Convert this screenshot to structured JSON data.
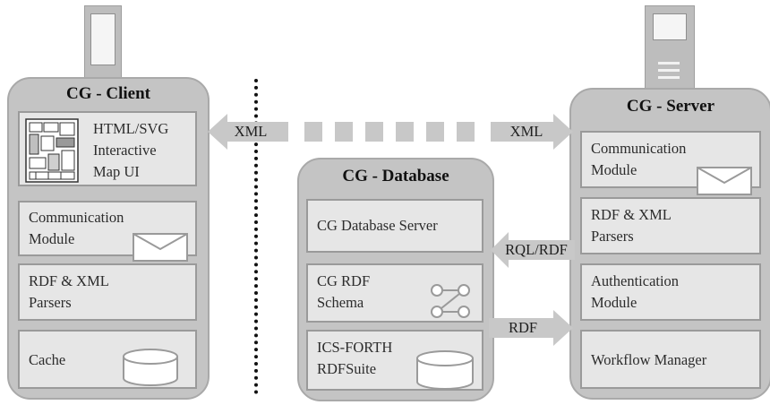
{
  "client": {
    "title": "CG - Client",
    "modules": [
      "HTML/SVG\nInteractive\nMap UI",
      "Communication\nModule",
      "RDF & XML\nParsers",
      "Cache"
    ]
  },
  "database": {
    "title": "CG - Database",
    "modules": [
      "CG Database Server",
      "CG RDF\nSchema",
      "ICS-FORTH\nRDFSuite"
    ]
  },
  "server": {
    "title": "CG - Server",
    "modules": [
      "Communication\nModule",
      "RDF & XML\nParsers",
      "Authentication\nModule",
      "Workflow Manager"
    ]
  },
  "connectors": {
    "xml_left": "XML",
    "xml_right": "XML",
    "rql_rdf": "RQL/RDF",
    "rdf": "RDF"
  },
  "colors": {
    "panel": "#c4c4c4",
    "module": "#e6e6e6",
    "border": "#9a9a9a",
    "arrow": "#c8c8c8"
  },
  "icons": {
    "client_device": "tablet-icon",
    "server_device": "server-tower-icon",
    "map": "floor-map-icon",
    "envelope": "envelope-icon",
    "database": "database-cylinder-icon",
    "schema": "schema-graph-icon"
  }
}
